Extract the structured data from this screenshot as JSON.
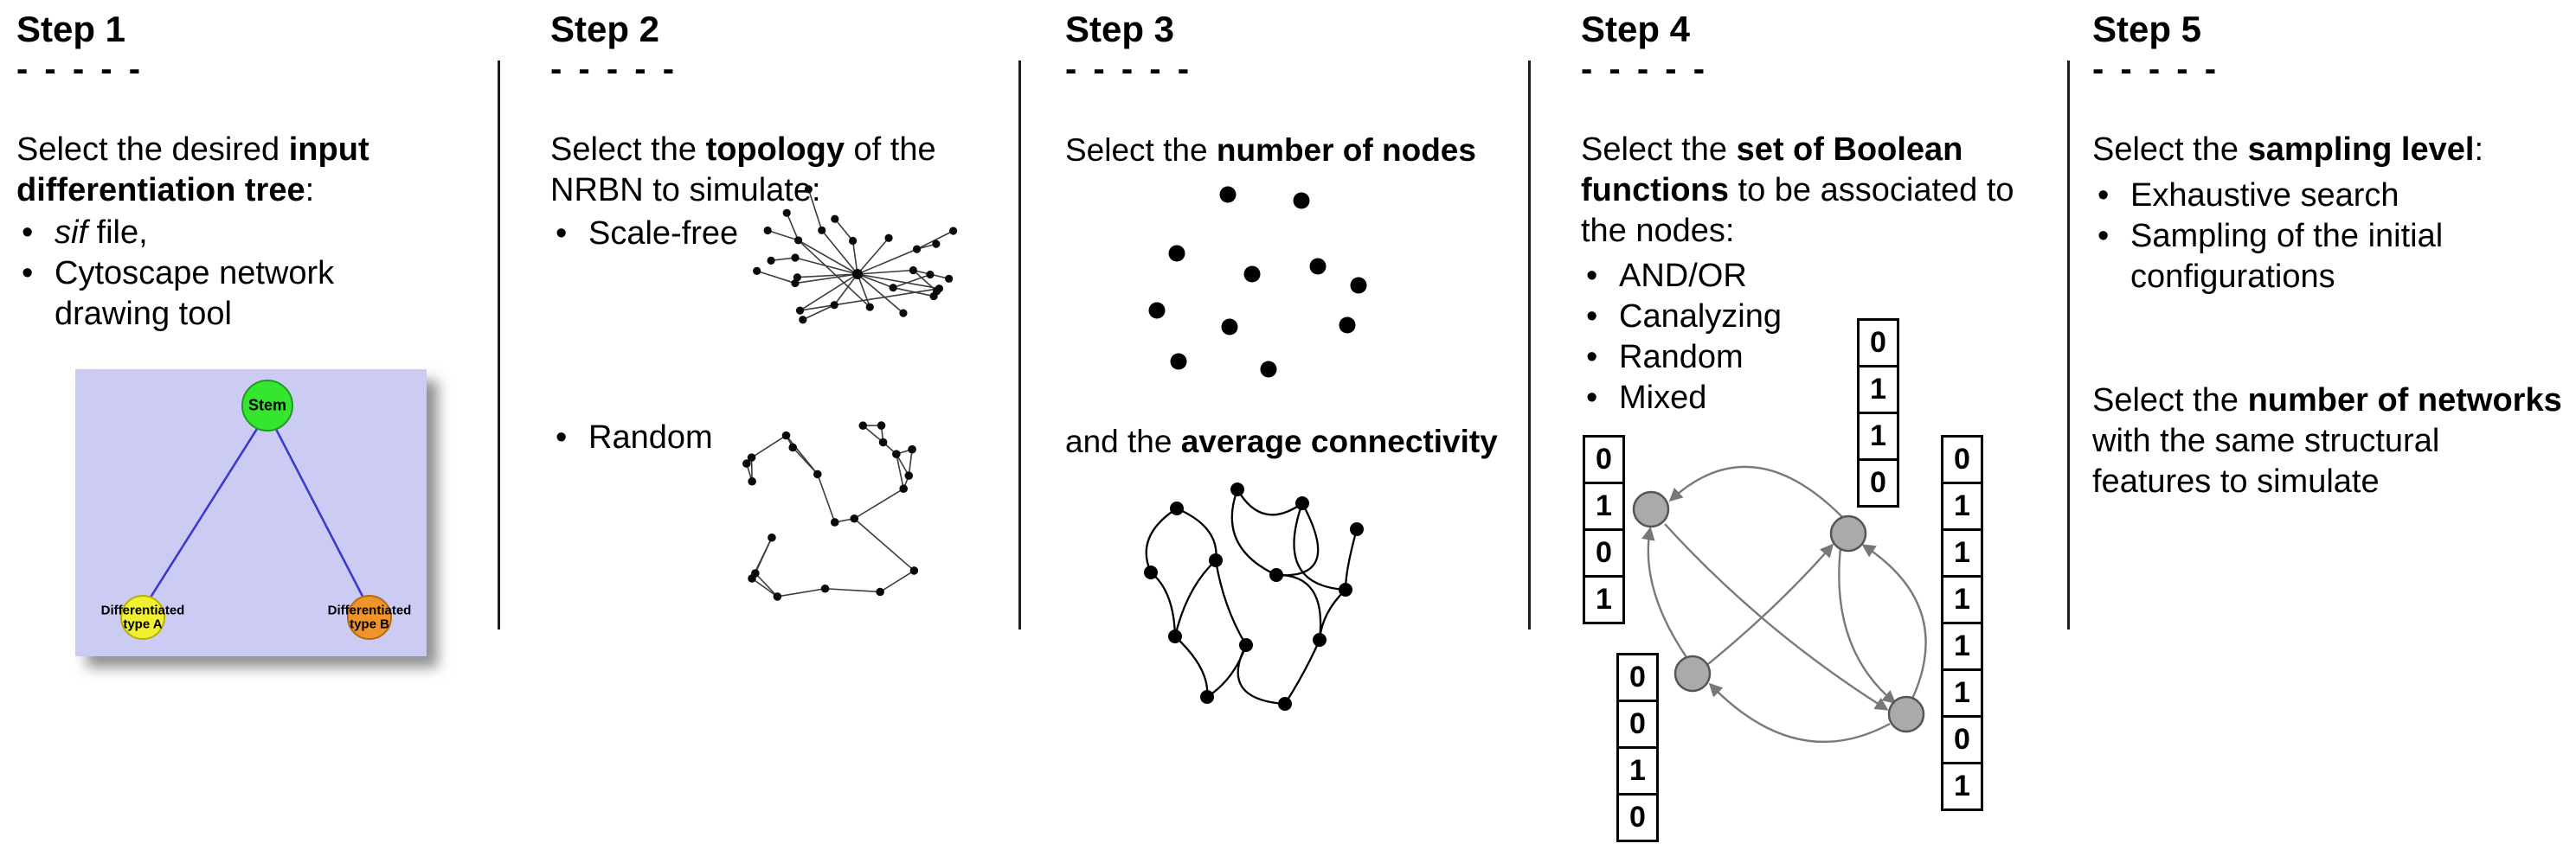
{
  "steps": [
    {
      "title": "Step 1",
      "dashes": "- - - - -",
      "lead_pre": "Select the desired ",
      "lead_bold": "input differentiation tree",
      "lead_post": ":",
      "bullet1_italic": "sif",
      "bullet1_rest": " file,",
      "bullet2": "Cytoscape network drawing tool",
      "tree": {
        "stem_label": "Stem",
        "type_a_line1": "Differentiated",
        "type_a_line2": "type A",
        "type_b_line1": "Differentiated",
        "type_b_line2": "type B",
        "bg_color": "#cbcbf4",
        "stem_color": "#35e52f",
        "type_a_color": "#f2ef33",
        "type_b_color": "#f0932b",
        "edge_color": "#3a3acc"
      }
    },
    {
      "title": "Step 2",
      "dashes": "- - - - -",
      "lead_pre": "Select the ",
      "lead_bold": "topology",
      "lead_post": " of the NRBN to simulate:",
      "bullet1": "Scale-free",
      "bullet2": "Random"
    },
    {
      "title": "Step 3",
      "dashes": "- - - - -",
      "line1_pre": "Select the ",
      "line1_bold": "number of nodes",
      "line2_pre": "and the ",
      "line2_bold": "average connectivity"
    },
    {
      "title": "Step 4",
      "dashes": "- - - - -",
      "lead_pre": "Select the ",
      "lead_bold": "set of Boolean functions",
      "lead_post": " to be associated to the nodes:",
      "bullets": [
        "AND/OR",
        "Canalyzing",
        "Random",
        "Mixed"
      ],
      "tables": {
        "top": [
          "0",
          "1",
          "1",
          "0"
        ],
        "left": [
          "0",
          "1",
          "0",
          "1"
        ],
        "right": [
          "0",
          "1",
          "1",
          "1",
          "1",
          "1",
          "0",
          "1"
        ],
        "bottom_left": [
          "0",
          "0",
          "1",
          "0"
        ]
      },
      "node_fill": "#aaaaaa"
    },
    {
      "title": "Step 5",
      "dashes": "- - - - -",
      "lead_pre": "Select the ",
      "lead_bold": "sampling level",
      "lead_post": ":",
      "bullets": [
        "Exhaustive search",
        "Sampling of the initial configurations"
      ],
      "second_pre": "Select the ",
      "second_bold": "number of networks",
      "second_post": " with the same structural features to simulate"
    }
  ]
}
